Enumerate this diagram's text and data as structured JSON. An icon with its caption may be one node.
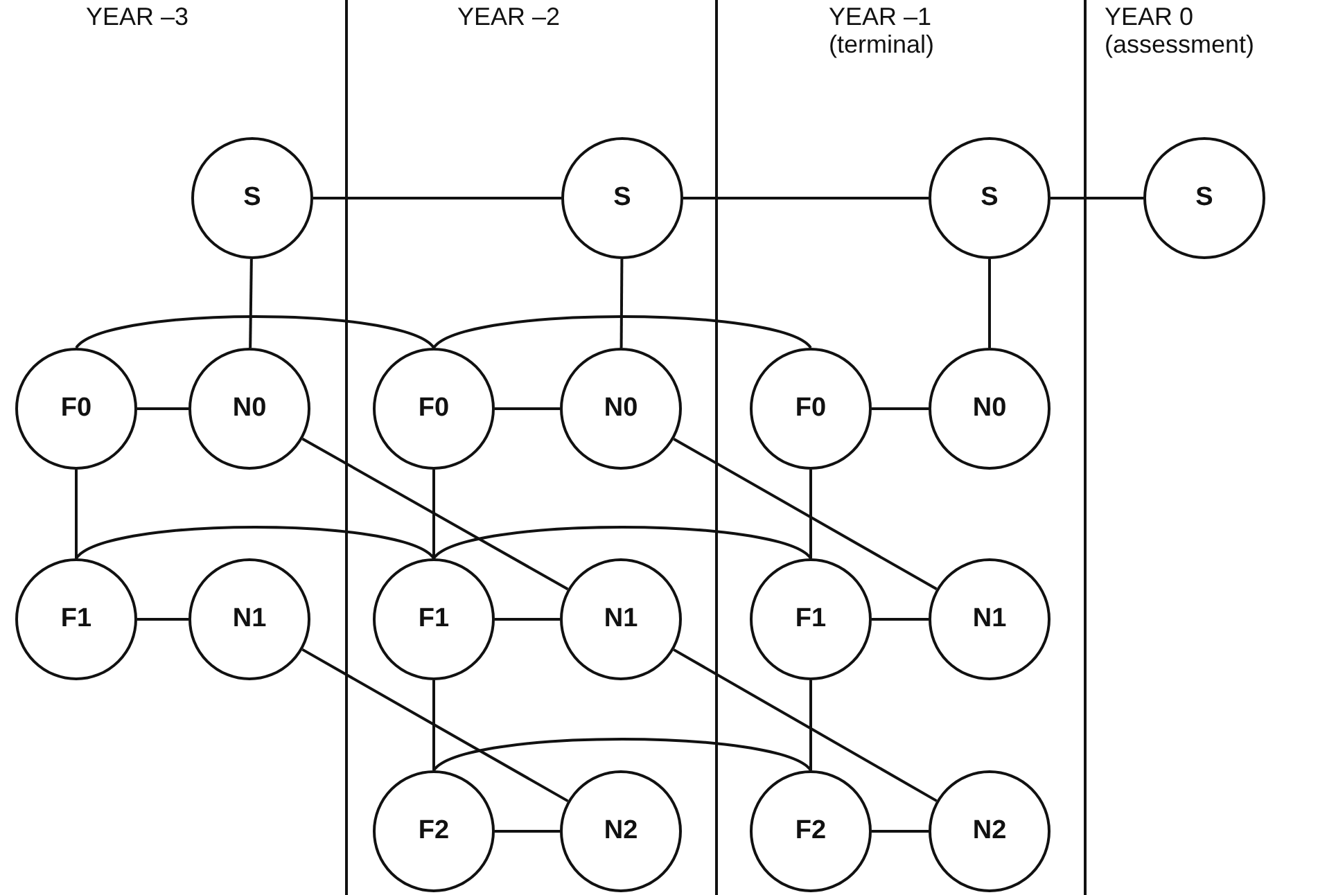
{
  "diagram": {
    "nodes": [
      {
        "text": [
          "S"
        ]
      },
      {
        "text": [
          "S"
        ]
      },
      {
        "text": [
          "S"
        ]
      },
      {
        "text": [
          "S"
        ]
      },
      {
        "text": [
          "F0"
        ]
      },
      {
        "text": [
          "N0"
        ]
      },
      {
        "text": [
          "F0"
        ]
      },
      {
        "text": [
          "N0"
        ]
      },
      {
        "text": [
          "F0"
        ]
      },
      {
        "text": [
          "N0"
        ]
      },
      {
        "text": [
          "F1"
        ]
      },
      {
        "text": [
          "N1"
        ]
      },
      {
        "text": [
          "F1"
        ]
      },
      {
        "text": [
          "N1"
        ]
      },
      {
        "text": [
          "F1"
        ]
      },
      {
        "text": [
          "N1"
        ]
      },
      {
        "text": [
          "F2"
        ]
      },
      {
        "text": [
          "N2"
        ]
      },
      {
        "text": [
          "F2"
        ]
      },
      {
        "text": [
          "N2"
        ]
      }
    ],
    "edges": [
      {
        "from": 0,
        "to": 1,
        "arrow": "none"
      },
      {
        "from": 1,
        "to": 2,
        "arrow": "none"
      },
      {
        "from": 2,
        "to": 3,
        "arrow": "none"
      },
      {
        "from": 0,
        "to": 5,
        "arrow": "none"
      },
      {
        "from": 1,
        "to": 7,
        "arrow": "none"
      },
      {
        "from": 2,
        "to": 9,
        "arrow": "none"
      },
      {
        "from": 4,
        "to": 6,
        "arrow": "none"
      },
      {
        "from": 6,
        "to": 8,
        "arrow": "none"
      },
      {
        "from": 4,
        "to": 5,
        "arrow": "none"
      },
      {
        "from": 6,
        "to": 7,
        "arrow": "none"
      },
      {
        "from": 8,
        "to": 9,
        "arrow": "none"
      },
      {
        "from": 4,
        "to": 10,
        "arrow": "none"
      },
      {
        "from": 6,
        "to": 12,
        "arrow": "none"
      },
      {
        "from": 8,
        "to": 14,
        "arrow": "none"
      },
      {
        "from": 5,
        "to": 13,
        "arrow": "none"
      },
      {
        "from": 7,
        "to": 15,
        "arrow": "none"
      },
      {
        "from": 10,
        "to": 12,
        "arrow": "none"
      },
      {
        "from": 12,
        "to": 14,
        "arrow": "none"
      },
      {
        "from": 10,
        "to": 11,
        "arrow": "none"
      },
      {
        "from": 12,
        "to": 13,
        "arrow": "none"
      },
      {
        "from": 14,
        "to": 15,
        "arrow": "none"
      },
      {
        "from": 12,
        "to": 16,
        "arrow": "none"
      },
      {
        "from": 14,
        "to": 18,
        "arrow": "none"
      },
      {
        "from": 11,
        "to": 17,
        "arrow": "none"
      },
      {
        "from": 13,
        "to": 19,
        "arrow": "none"
      },
      {
        "from": 16,
        "to": 18,
        "arrow": "none"
      },
      {
        "from": 16,
        "to": 17,
        "arrow": "none"
      },
      {
        "from": 18,
        "to": 19,
        "arrow": "none"
      }
    ],
    "labels": [
      "YEAR –3",
      "YEAR –2",
      "YEAR –1",
      "(terminal)",
      "YEAR 0",
      "(assessment)"
    ]
  }
}
